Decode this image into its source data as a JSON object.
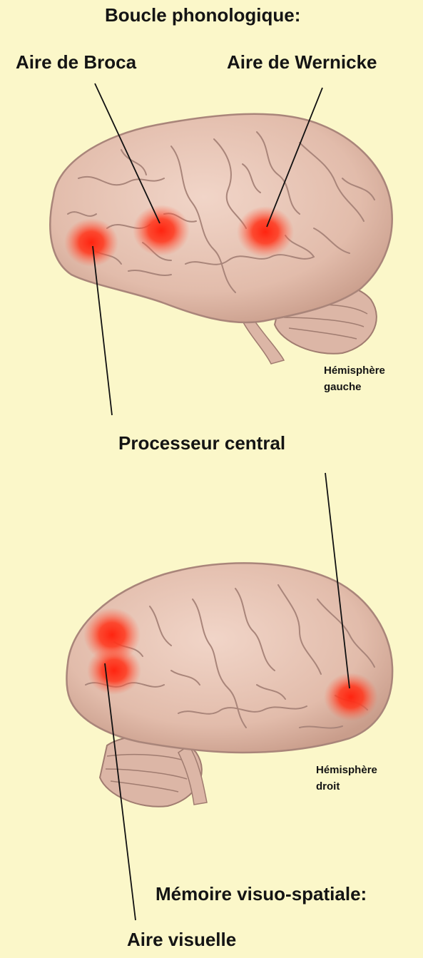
{
  "title": "Boucle phonologique:",
  "labels": {
    "broca": "Aire de Broca",
    "wernicke": "Aire de Wernicke",
    "left_hemisphere_line1": "Hémisphère",
    "left_hemisphere_line2": "gauche",
    "central": "Processeur central",
    "right_hemisphere_line1": "Hémisphère",
    "right_hemisphere_line2": "droit",
    "visuospatial": "Mémoire visuo-spatiale:",
    "visual": "Aire visuelle"
  },
  "colors": {
    "background": "#fbf7c9",
    "brain": "#e9c6b7",
    "brain_fold": "#a9857a",
    "hotspot": "#ff2a16",
    "text": "#141414"
  }
}
